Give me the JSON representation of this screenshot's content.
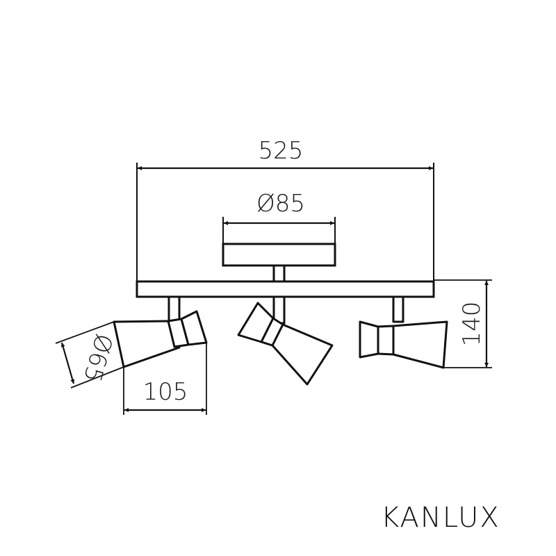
{
  "brand": {
    "name": "KANLUX"
  },
  "dimensions": {
    "total_width": "525",
    "canopy_diameter": "Ø85",
    "height": "140",
    "spot_length": "105",
    "spot_diameter": "Ø65"
  },
  "colors": {
    "line": "#111111",
    "background": "#ffffff"
  },
  "drawing": {
    "type": "technical drawing",
    "subject": "three-spot ceiling light on a bar with round canopy",
    "spots": [
      "left-tilted",
      "center-tilted-down",
      "right-horizontal"
    ]
  }
}
